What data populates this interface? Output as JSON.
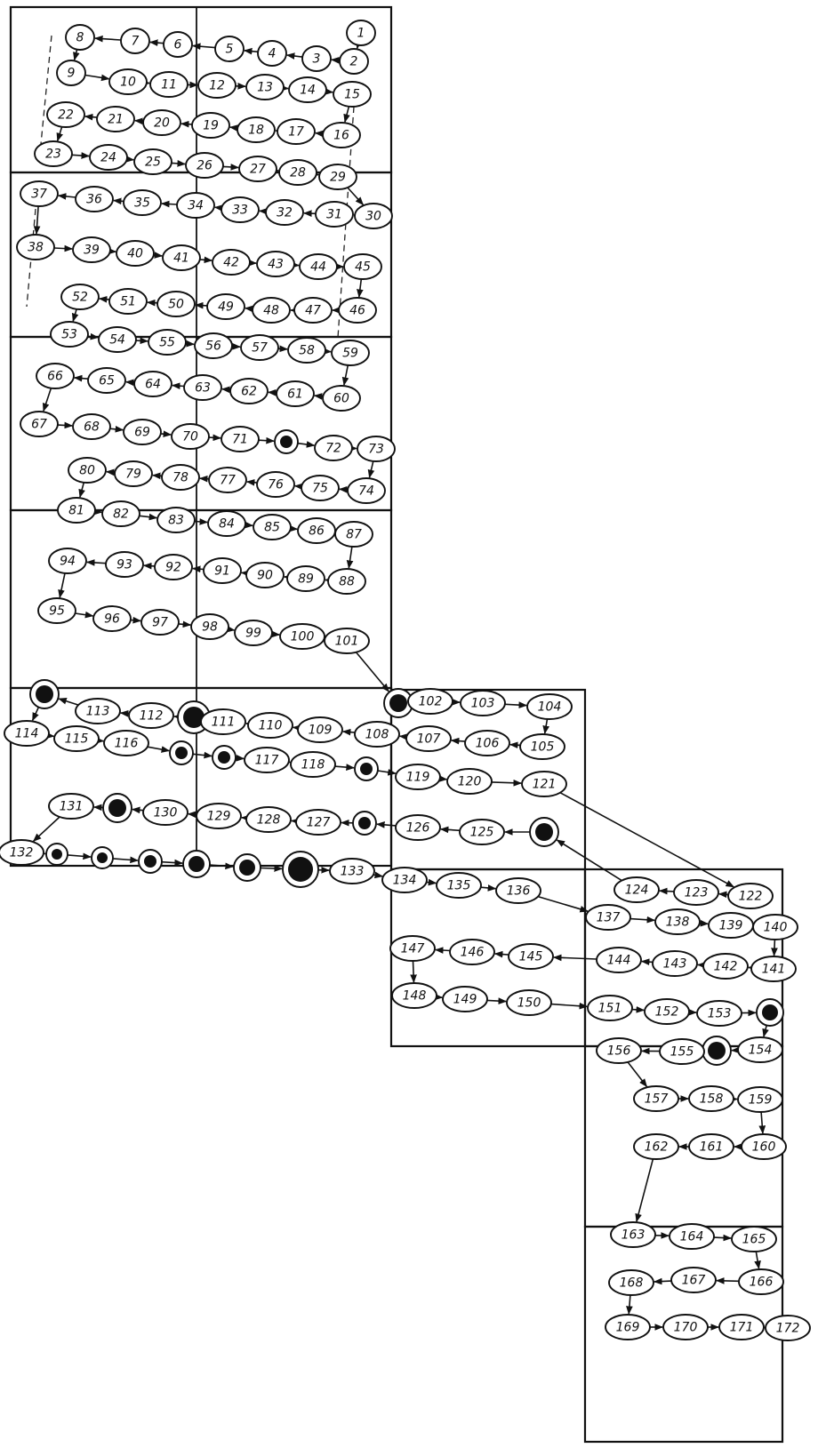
{
  "nodes": [
    {
      "id": "1",
      "label": "1"
    },
    {
      "id": "2",
      "label": "2"
    },
    {
      "id": "3",
      "label": "3"
    },
    {
      "id": "4",
      "label": "4"
    },
    {
      "id": "5",
      "label": "5"
    },
    {
      "id": "6",
      "label": "6"
    },
    {
      "id": "7",
      "label": "7"
    },
    {
      "id": "8",
      "label": "8"
    },
    {
      "id": "9",
      "label": "9"
    },
    {
      "id": "10",
      "label": "10"
    },
    {
      "id": "11",
      "label": "11"
    },
    {
      "id": "12",
      "label": "12"
    },
    {
      "id": "13",
      "label": "13"
    },
    {
      "id": "14",
      "label": "14"
    },
    {
      "id": "15",
      "label": "15"
    },
    {
      "id": "16",
      "label": "16"
    },
    {
      "id": "17",
      "label": "17"
    },
    {
      "id": "18",
      "label": "18"
    },
    {
      "id": "19",
      "label": "19"
    },
    {
      "id": "20",
      "label": "20"
    },
    {
      "id": "21",
      "label": "21"
    },
    {
      "id": "22",
      "label": "22"
    },
    {
      "id": "23",
      "label": "23"
    },
    {
      "id": "24",
      "label": "24"
    },
    {
      "id": "25",
      "label": "25"
    },
    {
      "id": "26",
      "label": "26"
    },
    {
      "id": "27",
      "label": "27"
    },
    {
      "id": "28",
      "label": "28"
    },
    {
      "id": "29",
      "label": "29"
    },
    {
      "id": "30",
      "label": "30"
    },
    {
      "id": "31",
      "label": "31"
    },
    {
      "id": "32",
      "label": "32"
    },
    {
      "id": "33",
      "label": "33"
    },
    {
      "id": "34",
      "label": "34"
    },
    {
      "id": "35",
      "label": "35"
    },
    {
      "id": "36",
      "label": "36"
    },
    {
      "id": "37",
      "label": "37"
    },
    {
      "id": "38",
      "label": "38"
    },
    {
      "id": "39",
      "label": "39"
    },
    {
      "id": "40",
      "label": "40"
    },
    {
      "id": "41",
      "label": "41"
    },
    {
      "id": "42",
      "label": "42"
    },
    {
      "id": "43",
      "label": "43"
    },
    {
      "id": "44",
      "label": "44"
    },
    {
      "id": "45",
      "label": "45"
    },
    {
      "id": "46",
      "label": "46"
    },
    {
      "id": "47",
      "label": "47"
    },
    {
      "id": "48",
      "label": "48"
    },
    {
      "id": "49",
      "label": "49"
    },
    {
      "id": "50",
      "label": "50"
    },
    {
      "id": "51",
      "label": "51"
    },
    {
      "id": "52",
      "label": "52"
    },
    {
      "id": "53",
      "label": "53"
    },
    {
      "id": "54",
      "label": "54"
    },
    {
      "id": "55",
      "label": "55"
    },
    {
      "id": "56",
      "label": "56"
    },
    {
      "id": "57",
      "label": "57"
    },
    {
      "id": "58",
      "label": "58"
    },
    {
      "id": "59",
      "label": "59"
    },
    {
      "id": "60",
      "label": "60"
    },
    {
      "id": "61",
      "label": "61"
    },
    {
      "id": "62",
      "label": "62"
    },
    {
      "id": "63",
      "label": "63"
    },
    {
      "id": "64",
      "label": "64"
    },
    {
      "id": "65",
      "label": "65"
    },
    {
      "id": "66",
      "label": "66"
    },
    {
      "id": "67",
      "label": "67"
    },
    {
      "id": "68",
      "label": "68"
    },
    {
      "id": "69",
      "label": "69"
    },
    {
      "id": "70",
      "label": "70"
    },
    {
      "id": "71",
      "label": "71"
    },
    {
      "id": "72",
      "label": "72"
    },
    {
      "id": "73",
      "label": "73"
    },
    {
      "id": "74",
      "label": "74"
    },
    {
      "id": "75",
      "label": "75"
    },
    {
      "id": "76",
      "label": "76"
    },
    {
      "id": "77",
      "label": "77"
    },
    {
      "id": "78",
      "label": "78"
    },
    {
      "id": "79",
      "label": "79"
    },
    {
      "id": "80",
      "label": "80"
    },
    {
      "id": "81",
      "label": "81"
    },
    {
      "id": "82",
      "label": "82"
    },
    {
      "id": "83",
      "label": "83"
    },
    {
      "id": "84",
      "label": "84"
    },
    {
      "id": "85",
      "label": "85"
    },
    {
      "id": "86",
      "label": "86"
    },
    {
      "id": "87",
      "label": "87"
    },
    {
      "id": "88",
      "label": "88"
    },
    {
      "id": "89",
      "label": "89"
    },
    {
      "id": "90",
      "label": "90"
    },
    {
      "id": "91",
      "label": "91"
    },
    {
      "id": "92",
      "label": "92"
    },
    {
      "id": "93",
      "label": "93"
    },
    {
      "id": "94",
      "label": "94"
    },
    {
      "id": "95",
      "label": "95"
    },
    {
      "id": "96",
      "label": "96"
    },
    {
      "id": "97",
      "label": "97"
    },
    {
      "id": "98",
      "label": "98"
    },
    {
      "id": "99",
      "label": "99"
    },
    {
      "id": "100",
      "label": "100"
    },
    {
      "id": "101",
      "label": "101"
    },
    {
      "id": "102",
      "label": "102"
    },
    {
      "id": "103",
      "label": "103"
    },
    {
      "id": "104",
      "label": "104"
    },
    {
      "id": "105",
      "label": "105"
    },
    {
      "id": "106",
      "label": "106"
    },
    {
      "id": "107",
      "label": "107"
    },
    {
      "id": "108",
      "label": "108"
    },
    {
      "id": "109",
      "label": "109"
    },
    {
      "id": "110",
      "label": "110"
    },
    {
      "id": "111",
      "label": "111"
    },
    {
      "id": "112",
      "label": "112"
    },
    {
      "id": "113",
      "label": "113"
    },
    {
      "id": "114",
      "label": "114"
    },
    {
      "id": "115",
      "label": "115"
    },
    {
      "id": "116",
      "label": "116"
    },
    {
      "id": "117",
      "label": "117"
    },
    {
      "id": "118",
      "label": "118"
    },
    {
      "id": "119",
      "label": "119"
    },
    {
      "id": "120",
      "label": "120"
    },
    {
      "id": "121",
      "label": "121"
    },
    {
      "id": "122",
      "label": "122"
    },
    {
      "id": "123",
      "label": "123"
    },
    {
      "id": "124",
      "label": "124"
    },
    {
      "id": "125",
      "label": "125"
    },
    {
      "id": "126",
      "label": "126"
    },
    {
      "id": "127",
      "label": "127"
    },
    {
      "id": "128",
      "label": "128"
    },
    {
      "id": "129",
      "label": "129"
    },
    {
      "id": "130",
      "label": "130"
    },
    {
      "id": "131",
      "label": "131"
    },
    {
      "id": "132",
      "label": "132"
    },
    {
      "id": "133",
      "label": "133"
    },
    {
      "id": "134",
      "label": "134"
    },
    {
      "id": "135",
      "label": "135"
    },
    {
      "id": "136",
      "label": "136"
    },
    {
      "id": "137",
      "label": "137"
    },
    {
      "id": "138",
      "label": "138"
    },
    {
      "id": "139",
      "label": "139"
    },
    {
      "id": "140",
      "label": "140"
    },
    {
      "id": "141",
      "label": "141"
    },
    {
      "id": "142",
      "label": "142"
    },
    {
      "id": "143",
      "label": "143"
    },
    {
      "id": "144",
      "label": "144"
    },
    {
      "id": "145",
      "label": "145"
    },
    {
      "id": "146",
      "label": "146"
    },
    {
      "id": "147",
      "label": "147"
    },
    {
      "id": "148",
      "label": "148"
    },
    {
      "id": "149",
      "label": "149"
    },
    {
      "id": "150",
      "label": "150"
    },
    {
      "id": "151",
      "label": "151"
    },
    {
      "id": "152",
      "label": "152"
    },
    {
      "id": "153",
      "label": "153"
    },
    {
      "id": "154",
      "label": "154"
    },
    {
      "id": "155",
      "label": "155"
    },
    {
      "id": "156",
      "label": "156"
    },
    {
      "id": "157",
      "label": "157"
    },
    {
      "id": "158",
      "label": "158"
    },
    {
      "id": "159",
      "label": "159"
    },
    {
      "id": "160",
      "label": "160"
    },
    {
      "id": "161",
      "label": "161"
    },
    {
      "id": "162",
      "label": "162"
    },
    {
      "id": "163",
      "label": "163"
    },
    {
      "id": "164",
      "label": "164"
    },
    {
      "id": "165",
      "label": "165"
    },
    {
      "id": "166",
      "label": "166"
    },
    {
      "id": "167",
      "label": "167"
    },
    {
      "id": "168",
      "label": "168"
    },
    {
      "id": "169",
      "label": "169"
    },
    {
      "id": "170",
      "label": "170"
    },
    {
      "id": "171",
      "label": "171"
    },
    {
      "id": "172",
      "label": "172"
    }
  ],
  "filled_markers": [
    "d1",
    "d2",
    "d3",
    "d4",
    "d5",
    "d6",
    "d7",
    "d8",
    "d9",
    "d10",
    "d11",
    "d12",
    "d13",
    "d14",
    "d15",
    "d16",
    "d17",
    "d18",
    "d19"
  ],
  "edges": [
    [
      "1",
      "2"
    ],
    [
      "2",
      "3"
    ],
    [
      "3",
      "4"
    ],
    [
      "4",
      "5"
    ],
    [
      "5",
      "6"
    ],
    [
      "6",
      "7"
    ],
    [
      "7",
      "8"
    ],
    [
      "8",
      "9"
    ],
    [
      "9",
      "10"
    ],
    [
      "10",
      "11"
    ],
    [
      "11",
      "12"
    ],
    [
      "12",
      "13"
    ],
    [
      "13",
      "14"
    ],
    [
      "14",
      "15"
    ],
    [
      "15",
      "16"
    ],
    [
      "16",
      "17"
    ],
    [
      "17",
      "18"
    ],
    [
      "18",
      "19"
    ],
    [
      "19",
      "20"
    ],
    [
      "20",
      "21"
    ],
    [
      "21",
      "22"
    ],
    [
      "22",
      "23"
    ],
    [
      "23",
      "24"
    ],
    [
      "24",
      "25"
    ],
    [
      "25",
      "26"
    ],
    [
      "26",
      "27"
    ],
    [
      "27",
      "28"
    ],
    [
      "28",
      "29"
    ],
    [
      "29",
      "30"
    ],
    [
      "30",
      "31"
    ],
    [
      "31",
      "32"
    ],
    [
      "32",
      "33"
    ],
    [
      "33",
      "34"
    ],
    [
      "34",
      "35"
    ],
    [
      "35",
      "36"
    ],
    [
      "36",
      "37"
    ],
    [
      "37",
      "38"
    ],
    [
      "38",
      "39"
    ],
    [
      "39",
      "40"
    ],
    [
      "40",
      "41"
    ],
    [
      "41",
      "42"
    ],
    [
      "42",
      "43"
    ],
    [
      "43",
      "44"
    ],
    [
      "44",
      "45"
    ],
    [
      "45",
      "46"
    ],
    [
      "46",
      "47"
    ],
    [
      "47",
      "48"
    ],
    [
      "48",
      "49"
    ],
    [
      "49",
      "50"
    ],
    [
      "50",
      "51"
    ],
    [
      "51",
      "52"
    ],
    [
      "52",
      "53"
    ],
    [
      "53",
      "54"
    ],
    [
      "54",
      "55"
    ],
    [
      "55",
      "56"
    ],
    [
      "56",
      "57"
    ],
    [
      "57",
      "58"
    ],
    [
      "58",
      "59"
    ],
    [
      "59",
      "60"
    ],
    [
      "60",
      "61"
    ],
    [
      "61",
      "62"
    ],
    [
      "62",
      "63"
    ],
    [
      "63",
      "64"
    ],
    [
      "64",
      "65"
    ],
    [
      "65",
      "66"
    ],
    [
      "66",
      "67"
    ],
    [
      "67",
      "68"
    ],
    [
      "68",
      "69"
    ],
    [
      "69",
      "70"
    ],
    [
      "70",
      "71"
    ],
    [
      "71",
      "d1"
    ],
    [
      "d1",
      "72"
    ],
    [
      "72",
      "73"
    ],
    [
      "73",
      "74"
    ],
    [
      "74",
      "75"
    ],
    [
      "75",
      "76"
    ],
    [
      "76",
      "77"
    ],
    [
      "77",
      "78"
    ],
    [
      "78",
      "79"
    ],
    [
      "79",
      "80"
    ],
    [
      "80",
      "81"
    ],
    [
      "81",
      "82"
    ],
    [
      "82",
      "83"
    ],
    [
      "83",
      "84"
    ],
    [
      "84",
      "85"
    ],
    [
      "85",
      "86"
    ],
    [
      "86",
      "87"
    ],
    [
      "87",
      "88"
    ],
    [
      "88",
      "89"
    ],
    [
      "89",
      "90"
    ],
    [
      "90",
      "91"
    ],
    [
      "91",
      "92"
    ],
    [
      "92",
      "93"
    ],
    [
      "93",
      "94"
    ],
    [
      "94",
      "95"
    ],
    [
      "95",
      "96"
    ],
    [
      "96",
      "97"
    ],
    [
      "97",
      "98"
    ],
    [
      "98",
      "99"
    ],
    [
      "99",
      "100"
    ],
    [
      "100",
      "101"
    ],
    [
      "101",
      "d2"
    ],
    [
      "d2",
      "102"
    ],
    [
      "102",
      "103"
    ],
    [
      "103",
      "104"
    ],
    [
      "104",
      "105"
    ],
    [
      "105",
      "106"
    ],
    [
      "106",
      "107"
    ],
    [
      "107",
      "108"
    ],
    [
      "108",
      "109"
    ],
    [
      "109",
      "110"
    ],
    [
      "110",
      "111"
    ],
    [
      "111",
      "d3"
    ],
    [
      "d3",
      "112"
    ],
    [
      "112",
      "113"
    ],
    [
      "113",
      "d4"
    ],
    [
      "d4",
      "114"
    ],
    [
      "114",
      "115"
    ],
    [
      "115",
      "116"
    ],
    [
      "116",
      "d5"
    ],
    [
      "d5",
      "d6"
    ],
    [
      "d6",
      "117"
    ],
    [
      "117",
      "118"
    ],
    [
      "118",
      "d7"
    ],
    [
      "d7",
      "119"
    ],
    [
      "119",
      "120"
    ],
    [
      "120",
      "121"
    ],
    [
      "121",
      "122"
    ],
    [
      "122",
      "123"
    ],
    [
      "123",
      "124"
    ],
    [
      "124",
      "d8"
    ],
    [
      "d8",
      "125"
    ],
    [
      "125",
      "126"
    ],
    [
      "126",
      "d9"
    ],
    [
      "d9",
      "127"
    ],
    [
      "127",
      "128"
    ],
    [
      "128",
      "129"
    ],
    [
      "129",
      "130"
    ],
    [
      "130",
      "d10"
    ],
    [
      "d10",
      "131"
    ],
    [
      "131",
      "132"
    ],
    [
      "132",
      "d11"
    ],
    [
      "d11",
      "d12"
    ],
    [
      "d12",
      "d13"
    ],
    [
      "d13",
      "d14"
    ],
    [
      "d14",
      "d15"
    ],
    [
      "d15",
      "d16"
    ],
    [
      "d16",
      "133"
    ],
    [
      "133",
      "134"
    ],
    [
      "134",
      "135"
    ],
    [
      "135",
      "136"
    ],
    [
      "136",
      "137"
    ],
    [
      "137",
      "138"
    ],
    [
      "138",
      "139"
    ],
    [
      "139",
      "140"
    ],
    [
      "140",
      "141"
    ],
    [
      "141",
      "142"
    ],
    [
      "142",
      "143"
    ],
    [
      "143",
      "144"
    ],
    [
      "144",
      "145"
    ],
    [
      "145",
      "146"
    ],
    [
      "146",
      "147"
    ],
    [
      "147",
      "148"
    ],
    [
      "148",
      "149"
    ],
    [
      "149",
      "150"
    ],
    [
      "150",
      "151"
    ],
    [
      "151",
      "152"
    ],
    [
      "152",
      "153"
    ],
    [
      "153",
      "d17"
    ],
    [
      "d17",
      "154"
    ],
    [
      "154",
      "d18"
    ],
    [
      "d18",
      "155"
    ],
    [
      "155",
      "156"
    ],
    [
      "156",
      "157"
    ],
    [
      "157",
      "158"
    ],
    [
      "158",
      "159"
    ],
    [
      "159",
      "160"
    ],
    [
      "160",
      "161"
    ],
    [
      "161",
      "162"
    ],
    [
      "162",
      "163"
    ],
    [
      "163",
      "164"
    ],
    [
      "164",
      "165"
    ],
    [
      "165",
      "166"
    ],
    [
      "166",
      "167"
    ],
    [
      "167",
      "168"
    ],
    [
      "168",
      "169"
    ],
    [
      "169",
      "170"
    ],
    [
      "170",
      "171"
    ],
    [
      "171",
      "172"
    ]
  ]
}
